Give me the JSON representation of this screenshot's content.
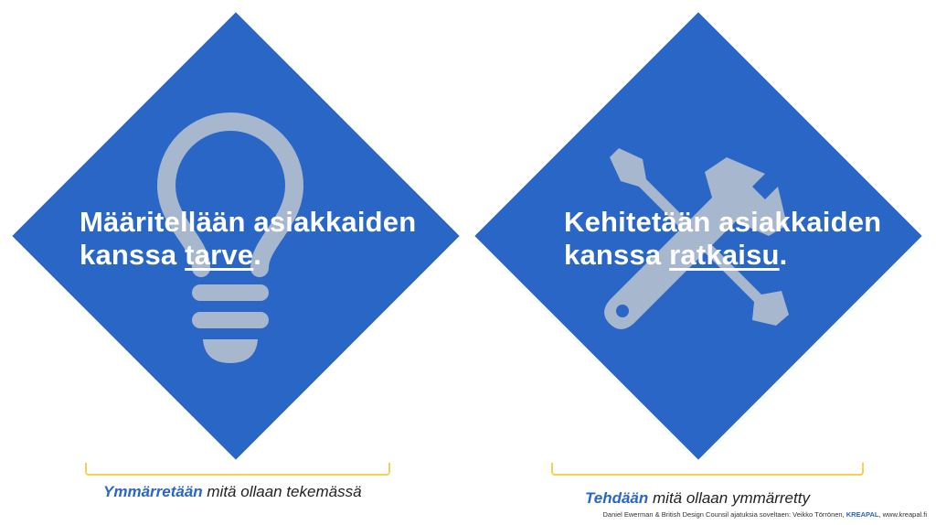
{
  "colors": {
    "diamond": "#2966c6",
    "bracket": "#f2d54f",
    "icon": "#a7b7ce"
  },
  "left": {
    "line1": "Määritellään asiakkaiden",
    "line2_prefix": "kanssa ",
    "line2_keyword": "tarve",
    "line2_suffix": ".",
    "icon": "lightbulb-icon",
    "caption_highlight": "Ymmärretään",
    "caption_rest": " mitä ollaan tekemässä"
  },
  "right": {
    "line1": "Kehitetään asiakkaiden",
    "line2_prefix": "kanssa ",
    "line2_keyword": "ratkaisu",
    "line2_suffix": ".",
    "icon": "wrench-screwdriver-icon",
    "caption_highlight": "Tehdään",
    "caption_rest": " mitä ollaan ymmärretty"
  },
  "credit": {
    "prefix": "Daniel Ewerman & British Design Counsil ajatuksia soveltaen: Veikko Törrönen, ",
    "brand": "KREAPAL",
    "suffix": ", www.kreapal.fi"
  }
}
